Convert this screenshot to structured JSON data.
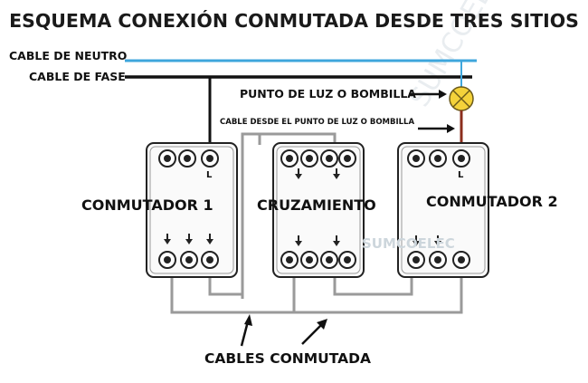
{
  "title": "ESQUEMA CONEXIÓN CONMUTADA DESDE TRES SITIOS",
  "wires": {
    "neutral_label": "CABLE DE NEUTRO",
    "phase_label": "CABLE DE FASE",
    "neutral_color": "#3ea6dc",
    "phase_color": "#111111",
    "lamp_wire_color": "#8b2e1c",
    "switched_wire_color": "#9a9a9a"
  },
  "lamp": {
    "label": "PUNTO DE LUZ O BOMBILLA",
    "cable_label": "CABLE DESDE EL PUNTO DE LUZ O BOMBILLA",
    "color": "#f4d23a"
  },
  "switches": {
    "left_label": "CONMUTADOR 1",
    "middle_label": "CRUZAMIENTO",
    "right_label": "CONMUTADOR 2",
    "terminal_letter": "L"
  },
  "bottom_label": "CABLES CONMUTADA",
  "watermark": "SUMCOELEC"
}
